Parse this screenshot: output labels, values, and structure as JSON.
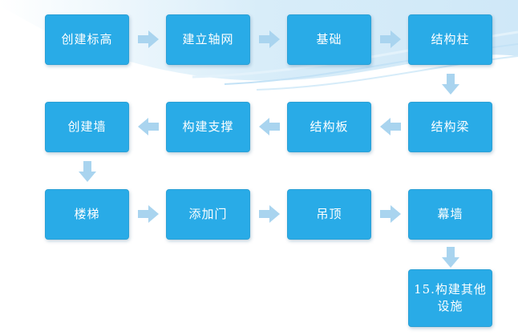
{
  "diagram": {
    "colors": {
      "box_fill": "#29abe7",
      "box_text": "#ffffff",
      "arrow": "#a9d4ef",
      "background_swoosh": "#e6f3fb"
    },
    "steps": [
      {
        "label": "创建标高"
      },
      {
        "label": "建立轴网"
      },
      {
        "label": "基础"
      },
      {
        "label": "结构柱"
      },
      {
        "label": "结构梁"
      },
      {
        "label": "结构板"
      },
      {
        "label": "构建支撑"
      },
      {
        "label": "创建墙"
      },
      {
        "label": "楼梯"
      },
      {
        "label": "添加门"
      },
      {
        "label": "吊顶"
      },
      {
        "label": "幕墙"
      },
      {
        "label": "15.构建其他设施"
      }
    ],
    "connections": [
      {
        "from": 0,
        "to": 1,
        "direction": "right"
      },
      {
        "from": 1,
        "to": 2,
        "direction": "right"
      },
      {
        "from": 2,
        "to": 3,
        "direction": "right"
      },
      {
        "from": 3,
        "to": 4,
        "direction": "down"
      },
      {
        "from": 4,
        "to": 5,
        "direction": "left"
      },
      {
        "from": 5,
        "to": 6,
        "direction": "left"
      },
      {
        "from": 6,
        "to": 7,
        "direction": "left"
      },
      {
        "from": 7,
        "to": 8,
        "direction": "down"
      },
      {
        "from": 8,
        "to": 9,
        "direction": "right"
      },
      {
        "from": 9,
        "to": 10,
        "direction": "right"
      },
      {
        "from": 10,
        "to": 11,
        "direction": "right"
      },
      {
        "from": 11,
        "to": 12,
        "direction": "down"
      }
    ]
  }
}
